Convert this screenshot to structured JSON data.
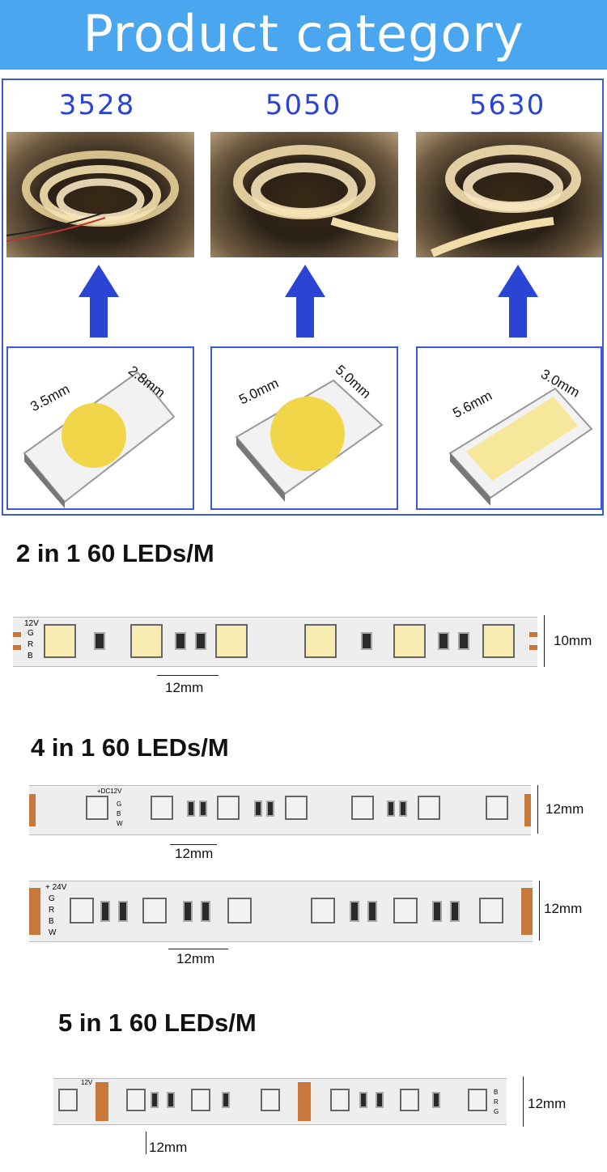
{
  "header": {
    "title": "Product category"
  },
  "categories": [
    {
      "code": "3528",
      "width_label": "3.5mm",
      "depth_label": "2.8mm"
    },
    {
      "code": "5050",
      "width_label": "5.0mm",
      "depth_label": "5.0mm"
    },
    {
      "code": "5630",
      "width_label": "5.6mm",
      "depth_label": "3.0mm"
    }
  ],
  "sections": [
    {
      "title": "2 in 1 60 LEDs/M",
      "pitch_label": "12mm",
      "width_label": "10mm",
      "strip_labels": [
        "12V",
        "G",
        "R",
        "B"
      ]
    },
    {
      "title": "4 in 1 60 LEDs/M",
      "pitch_label": "12mm",
      "width_label": "12mm",
      "strip_labels": [
        "+DC12V",
        "G",
        "B",
        "W"
      ]
    },
    {
      "title": "",
      "pitch_label": "12mm",
      "width_label": "12mm",
      "strip_labels": [
        "+ 24V",
        "G",
        "R",
        "B",
        "W"
      ]
    },
    {
      "title": "5 in 1 60 LEDs/M",
      "pitch_label": "12mm",
      "width_label": "12mm",
      "strip_labels": [
        "12V",
        "B",
        "R",
        "G"
      ]
    }
  ],
  "colors": {
    "banner": "#4aa6ef",
    "accent_blue": "#2b44d4",
    "led_warm": "#f4dc6a",
    "copper": "#c8783a"
  }
}
